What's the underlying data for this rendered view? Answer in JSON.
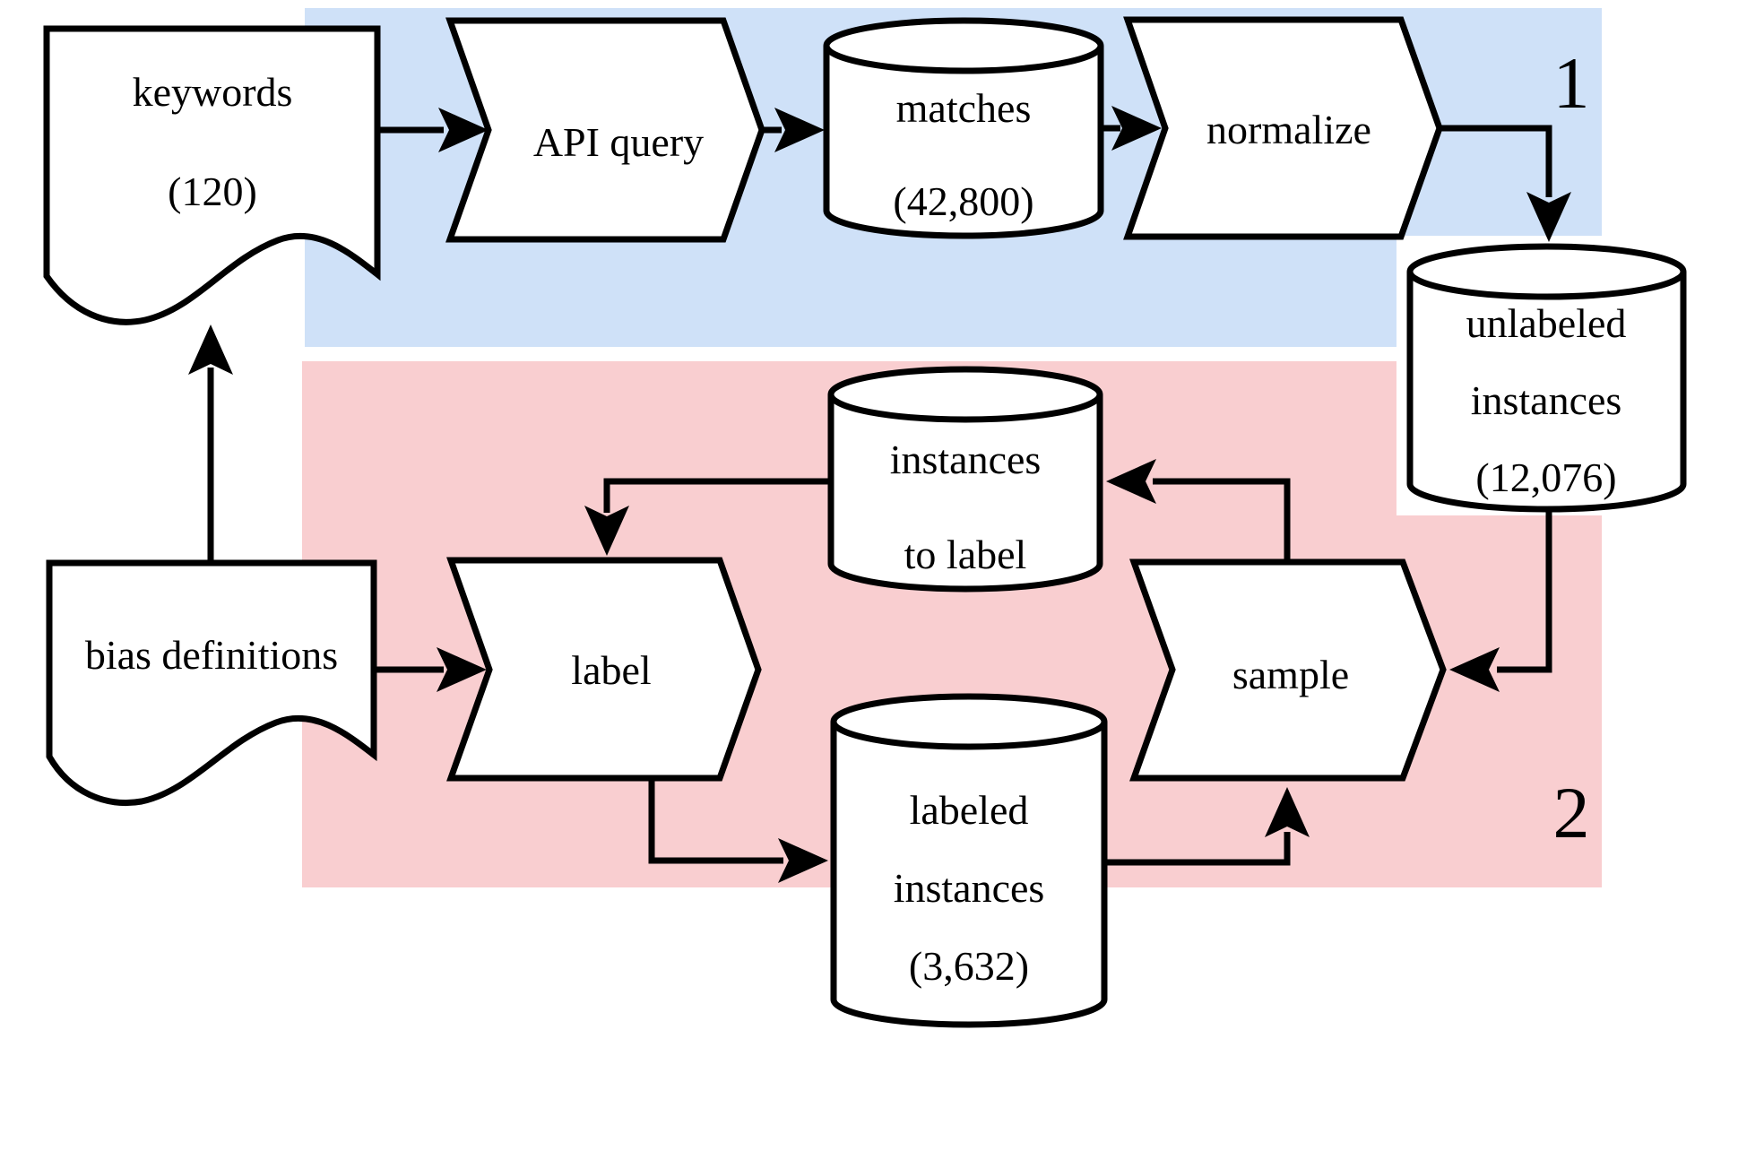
{
  "diagram": {
    "sections": {
      "collection": {
        "number": "1",
        "color": "#1c79df",
        "bg": "#cfe1f8"
      },
      "annotation": {
        "number": "2",
        "color": "#cc0f12",
        "bg": "#f9ced0"
      }
    },
    "nodes": {
      "keywords": {
        "type": "document",
        "line1": "keywords",
        "line2": "(120)"
      },
      "api_query": {
        "type": "process",
        "label": "API query"
      },
      "matches": {
        "type": "datastore",
        "line1": "matches",
        "line2": "(42,800)"
      },
      "normalize": {
        "type": "process",
        "label": "normalize"
      },
      "unlabeled_instances": {
        "type": "datastore",
        "line1": "unlabeled",
        "line2": "instances",
        "line3": "(12,076)"
      },
      "instances_to_label": {
        "type": "datastore",
        "line1": "instances",
        "line2": "to label"
      },
      "bias_definitions": {
        "type": "document",
        "label": "bias definitions"
      },
      "label_process": {
        "type": "process",
        "label": "label"
      },
      "labeled_instances": {
        "type": "datastore",
        "line1": "labeled",
        "line2": "instances",
        "line3": "(3,632)"
      },
      "sample": {
        "type": "process",
        "label": "sample"
      }
    }
  }
}
